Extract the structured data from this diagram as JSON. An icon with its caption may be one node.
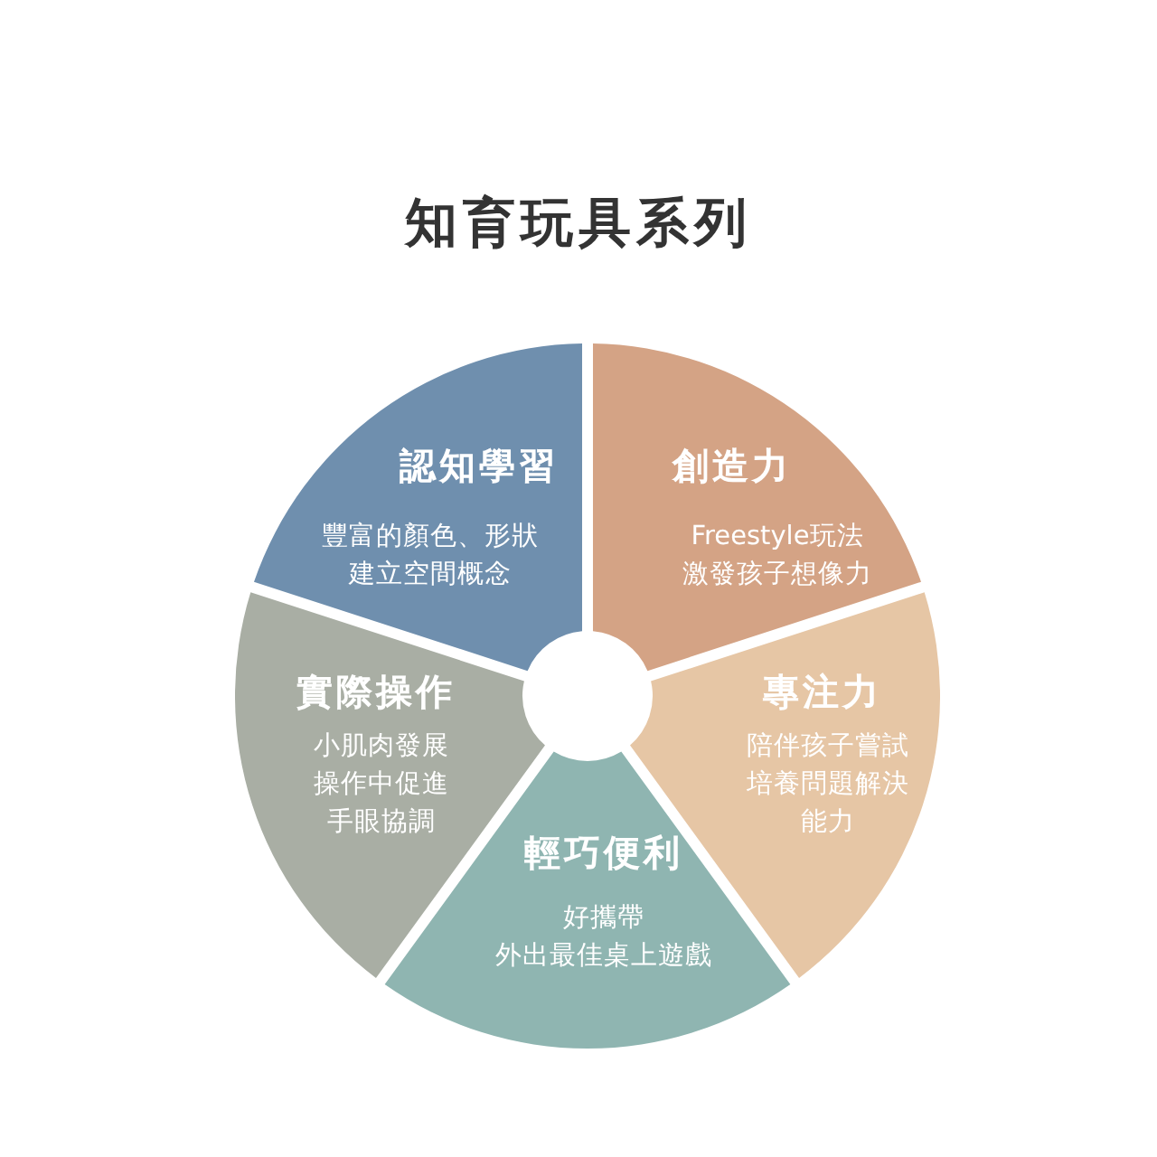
{
  "diagram": {
    "title": "知育玩具系列",
    "nodes": [
      {
        "text": [
          "認知學習",
          "豐富的顏色、形狀建立空間概念"
        ]
      },
      {
        "text": [
          "創造力",
          "Freestyle玩法激發孩子想像力"
        ]
      },
      {
        "text": [
          "專注力",
          "陪伴孩子嘗試培養問題解決能力"
        ]
      },
      {
        "text": [
          "輕巧便利",
          "好攜帶外出最佳桌上遊戲"
        ]
      },
      {
        "text": [
          "實際操作",
          "小肌肉發展操作中促進手眼協調"
        ]
      }
    ]
  }
}
